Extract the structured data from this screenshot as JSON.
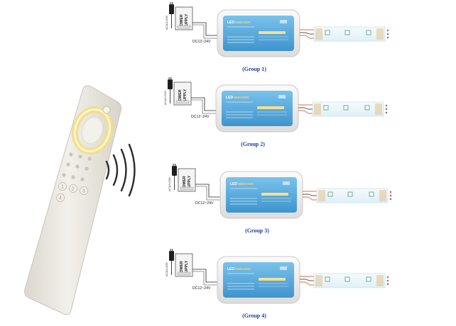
{
  "power_supply": {
    "label_line1": "POWER",
    "label_line2": "SUPPLY",
    "input_label": "AC110-220V",
    "output_label": "DC12~24V"
  },
  "controller": {
    "title": "LED",
    "brand": "MIBOXER"
  },
  "groups": [
    {
      "label": "(Group 1)"
    },
    {
      "label": "(Group 2)"
    },
    {
      "label": "(Group 3)"
    },
    {
      "label": "(Group 4)"
    }
  ],
  "remote": {
    "keypad": [
      "1",
      "2",
      "3",
      "4"
    ]
  },
  "colors": {
    "group_label": "#1f3f9f",
    "controller_panel": "#5aaee0",
    "led_strip": "#eef7fb",
    "remote_body": "#ece9e1",
    "color_ring": "#f3e6a0"
  }
}
